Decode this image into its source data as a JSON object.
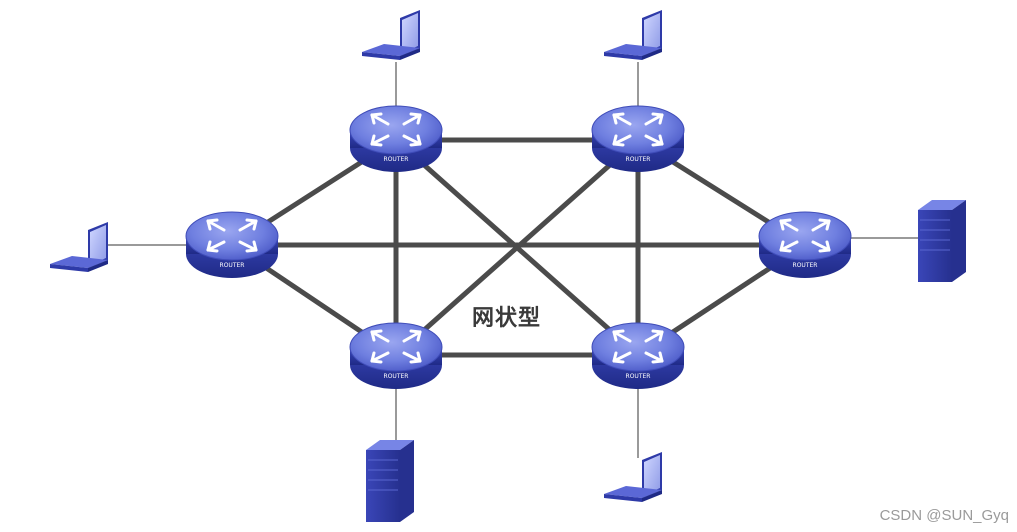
{
  "diagram": {
    "label": "网状型",
    "router_label": "ROUTER",
    "colors": {
      "link": "#4b4b4b",
      "access_link": "#9a9a9a",
      "router_top": "#6f7fe0",
      "router_side": "#2e3aa8",
      "device": "#3a46b8"
    }
  },
  "watermark": "CSDN @SUN_Gyq"
}
